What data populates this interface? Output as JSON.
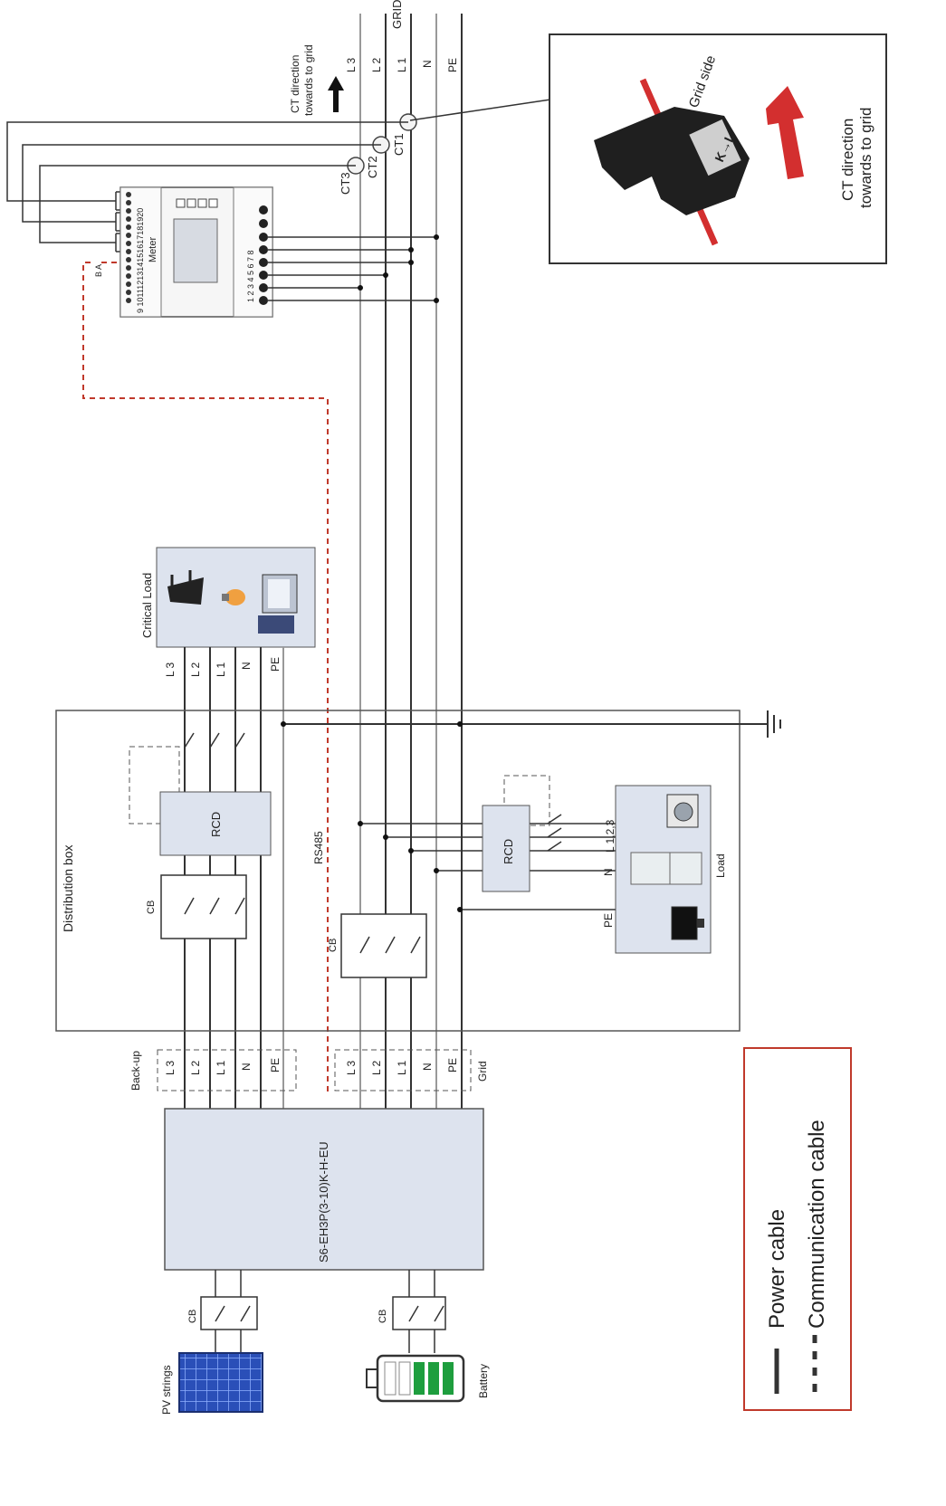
{
  "grid_labels": {
    "title": "GRID",
    "lines": [
      "L 3",
      "L 2",
      "L 1",
      "N",
      "PE"
    ]
  },
  "ct_direction_top": [
    "CT direction",
    "towards to grid"
  ],
  "ct_labels": [
    "CT3",
    "CT2",
    "CT1"
  ],
  "ct_inset": {
    "grid_side": "Grid side",
    "marking": "K→L",
    "direction": [
      "CT direction",
      "towards to grid"
    ]
  },
  "meter": {
    "label": "Meter",
    "terminal_numbers": "9 1011121314151617181920",
    "lower_numbers": "1 2 3 4 5 6 7 8"
  },
  "critical_load": {
    "title": "Critical Load",
    "lines": [
      "L 3",
      "L 2",
      "L 1",
      "N",
      "PE"
    ]
  },
  "distribution_box": {
    "title": "Distribution box"
  },
  "rcd_label": "RCD",
  "cb_label": "CB",
  "rs485_label": "RS485",
  "load": {
    "title": "Load",
    "lines": [
      "L 1,2,3",
      "N",
      "PE"
    ]
  },
  "backup": {
    "title": "Back-up",
    "lines": [
      "L 3",
      "L 2",
      "L 1",
      "N",
      "PE"
    ]
  },
  "grid_port": {
    "title": "Grid",
    "lines": [
      "L 3",
      "L 2",
      "L 1",
      "N",
      "PE"
    ]
  },
  "inverter_model": "S6-EH3P(3-10)K-H-EU",
  "pv_label": "PV strings",
  "battery_label": "Battery",
  "legend": {
    "power": "Power cable",
    "communication": "Communication cable"
  },
  "colors": {
    "communication": "#c0392b",
    "box_fill": "#dde3ee",
    "legend_border": "#c0392b",
    "ct_arrow": "#d32f2f",
    "battery_green": "#1e9e3e",
    "pv_blue": "#2a4fb8"
  }
}
